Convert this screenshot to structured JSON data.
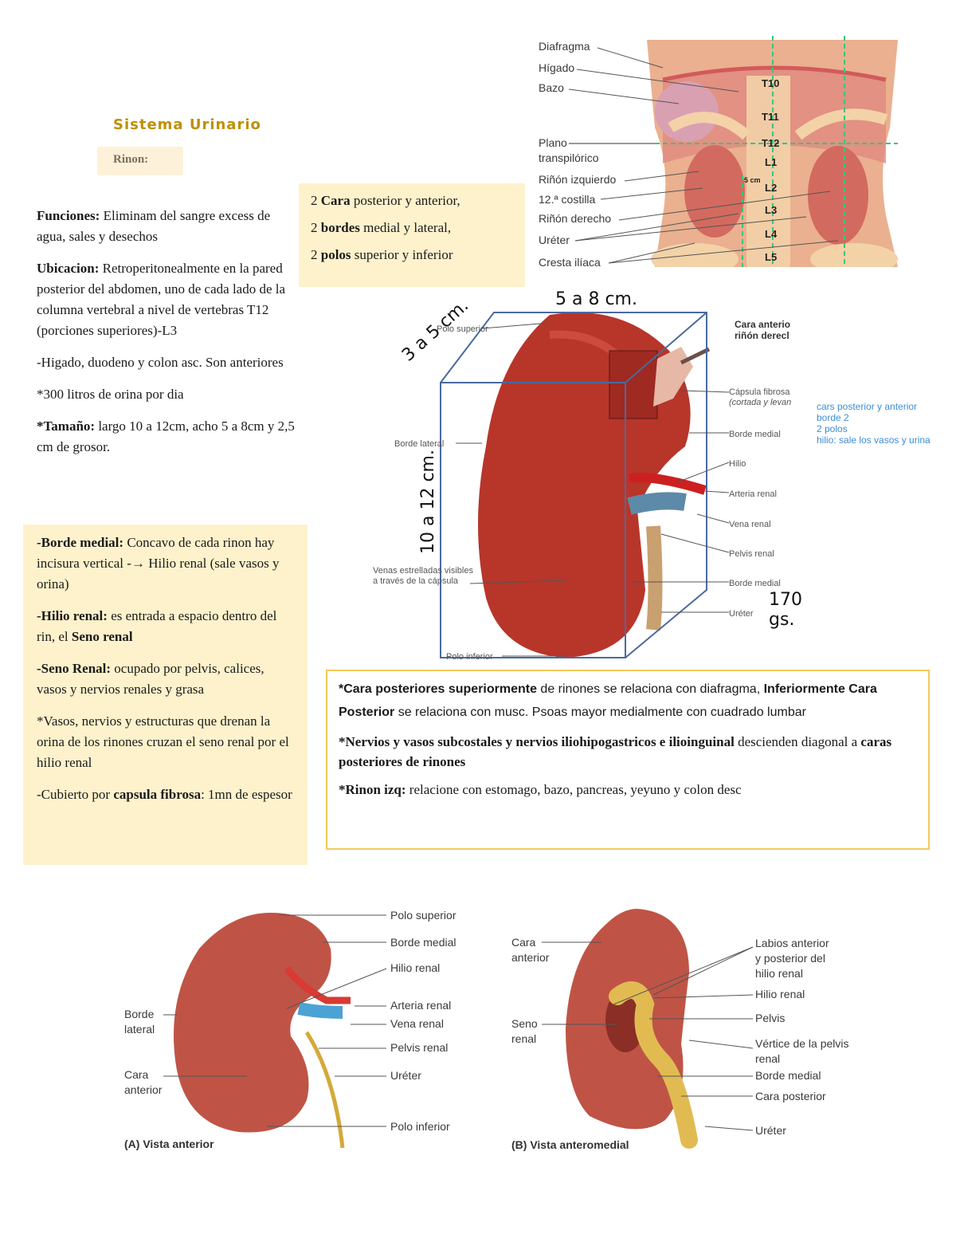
{
  "header": {
    "title": "Sistema Urinario",
    "subtitle": "Rinon:"
  },
  "left_column": {
    "funciones_label": "Funciones:",
    "funciones_text": " Eliminam del sangre excess de agua, sales y desechos",
    "ubicacion_label": "Ubicacion:",
    "ubicacion_text": " Retroperitonealmente en la pared posterior del abdomen, uno de cada lado de la columna vertebral a nivel de vertebras T12 (porciones superiores)-L3",
    "anteriores_text": "-Higado, duodeno y colon asc. Son anteriores",
    "orina_text": "*300 litros de orina por dia",
    "tamano_label": "*Tamaño:",
    "tamano_text": " largo 10 a 12cm, acho 5 a 8cm y 2,5 cm de grosor."
  },
  "structure_box": {
    "items": [
      {
        "num": "2 ",
        "bold": "Cara",
        "text": " posterior y anterior,"
      },
      {
        "num": "2 ",
        "bold": "bordes",
        "text": " medial y lateral,"
      },
      {
        "num": "2 ",
        "bold": "polos",
        "text": " superior y inferior"
      }
    ]
  },
  "detail_box": {
    "borde_label": "-Borde medial:",
    "borde_text": " Concavo de cada rinon hay incisura vertical -→ Hilio renal (sale vasos y orina)",
    "hilio_label": "-Hilio renal:",
    "hilio_text": " es entrada a espacio dentro del rin, el ",
    "hilio_bold_end": "Seno renal",
    "seno_label": "-Seno Renal:",
    "seno_text": " ocupado por pelvis, calices, vasos y nervios renales y grasa",
    "vasos_text": "*Vasos, nervios y estructuras que drenan la orina de los rinones cruzan el seno renal por el hilio renal",
    "cubierto_pre": "-Cubierto por ",
    "cubierto_bold": "capsula fibrosa",
    "cubierto_post": ": 1mn de espesor"
  },
  "notes_box": {
    "p1_bold1": "*Cara posteriores superiormente",
    "p1_text1": " de rinones se relaciona con diafragma, ",
    "p1_bold2": "Inferiormente Cara Posterior",
    "p1_text2": " se relaciona con musc. Psoas mayor medialmente con cuadrado lumbar",
    "p2_bold": "*Nervios y vasos subcostales y nervios iliohipogastricos e ilioinguinal",
    "p2_text": " descienden diagonal a ",
    "p2_bold2": "caras posteriores de rinones",
    "p3_bold": "*Rinon izq:",
    "p3_text": " relacione con estomago, bazo, pancreas, yeyuno y colon desc"
  },
  "figure_torso": {
    "labels": [
      "Diafragma",
      "Hígado",
      "Bazo",
      "Plano",
      "transpilórico",
      "Riñón izquierdo",
      "12.ª costilla",
      "Riñón derecho",
      "Uréter",
      "Cresta ilíaca"
    ],
    "vertebrae": [
      "T10",
      "T11",
      "T12",
      "L1",
      "L2",
      "L3",
      "L4",
      "L5"
    ],
    "scale": "5 cm"
  },
  "figure_kidney_box": {
    "dim_width": "5 a 8 cm.",
    "dim_depth": "3 a 5 cm.",
    "dim_height": "10 a 12 cm.",
    "weight": "170 gs.",
    "caption_line1": "Cara anterio",
    "caption_line2": "riñón derecl",
    "labels": {
      "polo_superior": "Polo superior",
      "borde_lateral": "Borde lateral",
      "venas_1": "Venas estrelladas visibles",
      "venas_2": "a través de la cápsula",
      "polo_inferior": "Polo inferior",
      "capsula_1": "Cápsula fibrosa",
      "capsula_2": "(cortada y levan",
      "borde_medial_1": "Borde medial",
      "hilio": "Hilio",
      "arteria": "Arteria renal",
      "vena": "Vena renal",
      "pelvis": "Pelvis renal",
      "borde_medial_2": "Borde medial",
      "ureter": "Uréter"
    }
  },
  "blue_note": {
    "lines": [
      "cars posterior y anterior",
      "borde 2",
      "2 polos",
      "hilio: sale los vasos y urina"
    ],
    "color": "#3c8dd6"
  },
  "figure_a": {
    "caption": "(A) Vista anterior",
    "labels": {
      "polo_superior": "Polo superior",
      "borde_medial": "Borde medial",
      "hilio_renal": "Hilio renal",
      "arteria_renal": "Arteria renal",
      "vena_renal": "Vena renal",
      "pelvis_renal": "Pelvis renal",
      "ureter": "Uréter",
      "polo_inferior": "Polo inferior",
      "borde_lateral_1": "Borde",
      "borde_lateral_2": "lateral",
      "cara_anterior_1": "Cara",
      "cara_anterior_2": "anterior"
    }
  },
  "figure_b": {
    "caption": "(B) Vista anteromedial",
    "labels": {
      "cara_anterior_1": "Cara",
      "cara_anterior_2": "anterior",
      "seno_renal_1": "Seno",
      "seno_renal_2": "renal",
      "labios_1": "Labios anterior",
      "labios_2": "y posterior del",
      "labios_3": "hilio renal",
      "hilio_renal": "Hilio renal",
      "pelvis": "Pelvis",
      "vertice_1": "Vértice de la pelvis",
      "vertice_2": "renal",
      "borde_medial": "Borde medial",
      "cara_posterior": "Cara posterior",
      "ureter": "Uréter"
    }
  },
  "colors": {
    "title": "#bf8f00",
    "box_fill": "#fef2cc",
    "notes_border": "#f4c95c",
    "kidney": "#b8352a",
    "dimension_box": "#4a6a9e",
    "guide_lines": "#3cc47c"
  }
}
